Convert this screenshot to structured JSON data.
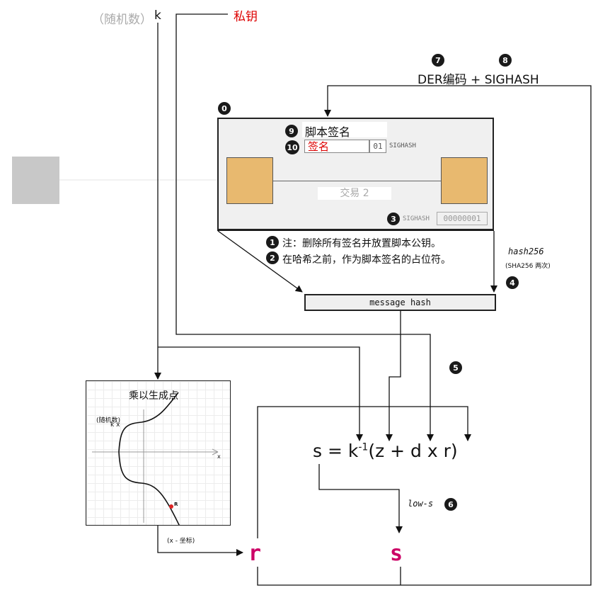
{
  "header": {
    "random_label": "（随机数）",
    "k_label": "k",
    "private_key_label": "私钥"
  },
  "encoding": {
    "num7": "7",
    "num8": "8",
    "label": "DER编码 + SIGHASH"
  },
  "transaction": {
    "num0": "0",
    "num9": "9",
    "script_sig_label": "脚本签名",
    "num10": "10",
    "signature_label": "签名",
    "sighash_byte": "01",
    "sighash_text": "SIGHASH",
    "tx_name": "交易 2",
    "num3": "3",
    "sighash_label": "SIGHASH",
    "sighash_value": "00000001"
  },
  "notes": {
    "num1": "1",
    "note1": "注：删除所有签名并放置脚本公钥。",
    "num2": "2",
    "note2": "在哈希之前，作为脚本签名的占位符。"
  },
  "hash": {
    "hash256_label": "hash256",
    "hash256_sub": "(SHA256 两次)",
    "num4": "4",
    "message_hash_label": "message hash"
  },
  "formula": {
    "num5": "5",
    "s_part": "s = k",
    "exponent": "-1",
    "rest": "(z + d x r)"
  },
  "lows": {
    "label": "low-s",
    "num6": "6"
  },
  "curve_plot": {
    "title": "乘以生成点",
    "k_annot_line1": "(随机数)",
    "k_annot_line2": "k x",
    "x_axis_label": "x",
    "point_label": "R",
    "point_color": "#dd2222"
  },
  "bottom": {
    "x_coord_label": "(x - 坐标)",
    "r_label": "r",
    "s_label": "s",
    "rs_color": "#cc0066"
  }
}
